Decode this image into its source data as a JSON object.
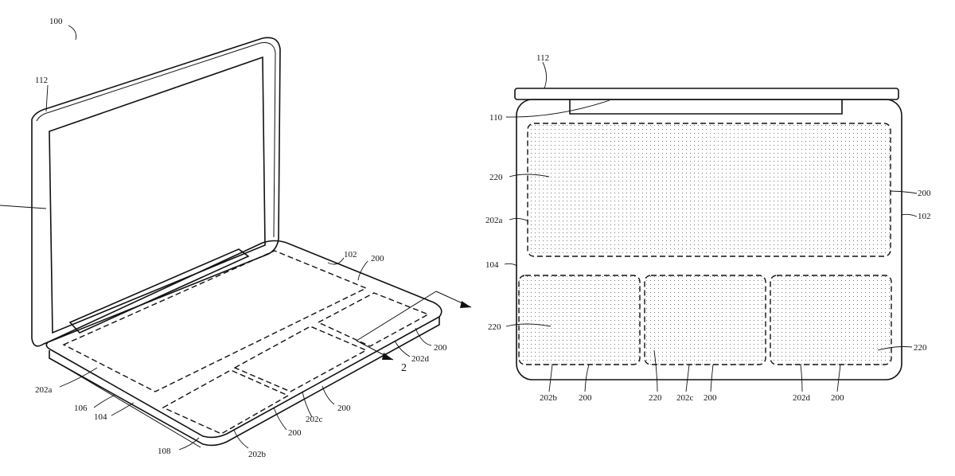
{
  "left_view": {
    "labels": {
      "assembly": "100",
      "display": "112",
      "base": "102",
      "region_top": "200",
      "region_right": "200",
      "section_marker": "2",
      "zone_d": "202d",
      "zone_a": "202a",
      "edge_106": "106",
      "edge_104": "104",
      "region_mid": "200",
      "zone_c": "202c",
      "region_bottom": "200",
      "bottom_108": "108",
      "zone_b": "202b"
    }
  },
  "right_view": {
    "labels": {
      "display": "112",
      "hinge": "110",
      "pattern_top": "220",
      "region_top": "200",
      "zone_a": "202a",
      "base": "102",
      "edge_104": "104",
      "pattern_left": "220",
      "pattern_right": "220",
      "zone_b": "202b",
      "region_b": "200",
      "pattern_mid": "220",
      "zone_c": "202c",
      "region_c": "200",
      "zone_d": "202d",
      "region_d": "200"
    }
  }
}
